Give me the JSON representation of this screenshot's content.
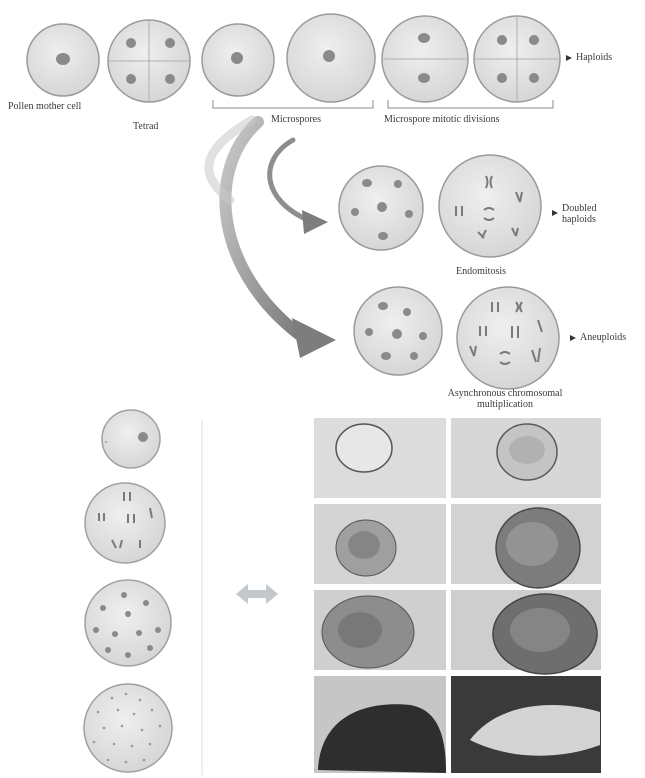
{
  "labels": {
    "pollen_mother_cell": "Pollen mother cell",
    "tetrad": "Tetrad",
    "microspores": "Microspores",
    "microspore_mitotic_divisions": "Microspore mitotic divisions",
    "haploids": "Haploids",
    "doubled_haploids": "Doubled haploids",
    "endomitosis": "Endomitosis",
    "aneuploids": "Aneuploids",
    "asynchronous_line1": "Asynchronous chromosomal",
    "asynchronous_line2": "multiplication"
  },
  "colors": {
    "cell_fill": "#e4e4e4",
    "cell_stroke": "#9a9a9a",
    "nucleus": "#8a8a8a",
    "arrow": "#8e8e8e",
    "photo_bg": "#d8d8d8"
  }
}
